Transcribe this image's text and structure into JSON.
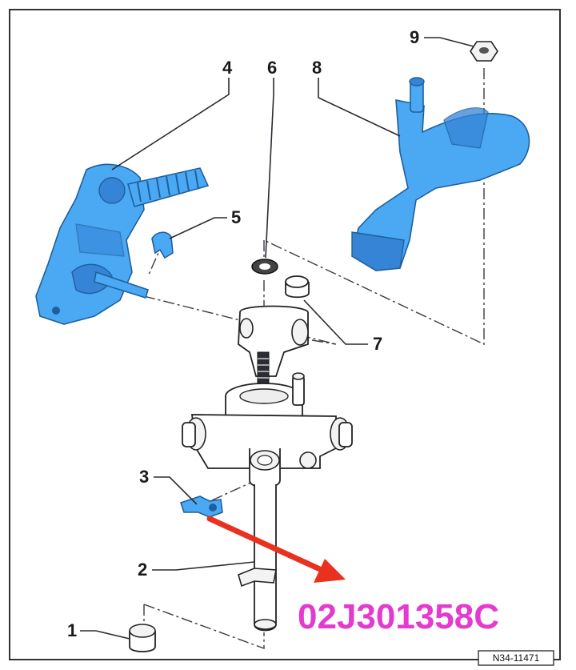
{
  "callouts": {
    "c1": "1",
    "c2": "2",
    "c3": "3",
    "c4": "4",
    "c5": "5",
    "c6": "6",
    "c7": "7",
    "c8": "8",
    "c9": "9"
  },
  "part_number": "02J301358C",
  "reference_code": "N34-11471",
  "colors": {
    "highlight_parts": "#4aa9f2",
    "arrow": "#e8311f",
    "part_number_text": "#e33ad0"
  }
}
